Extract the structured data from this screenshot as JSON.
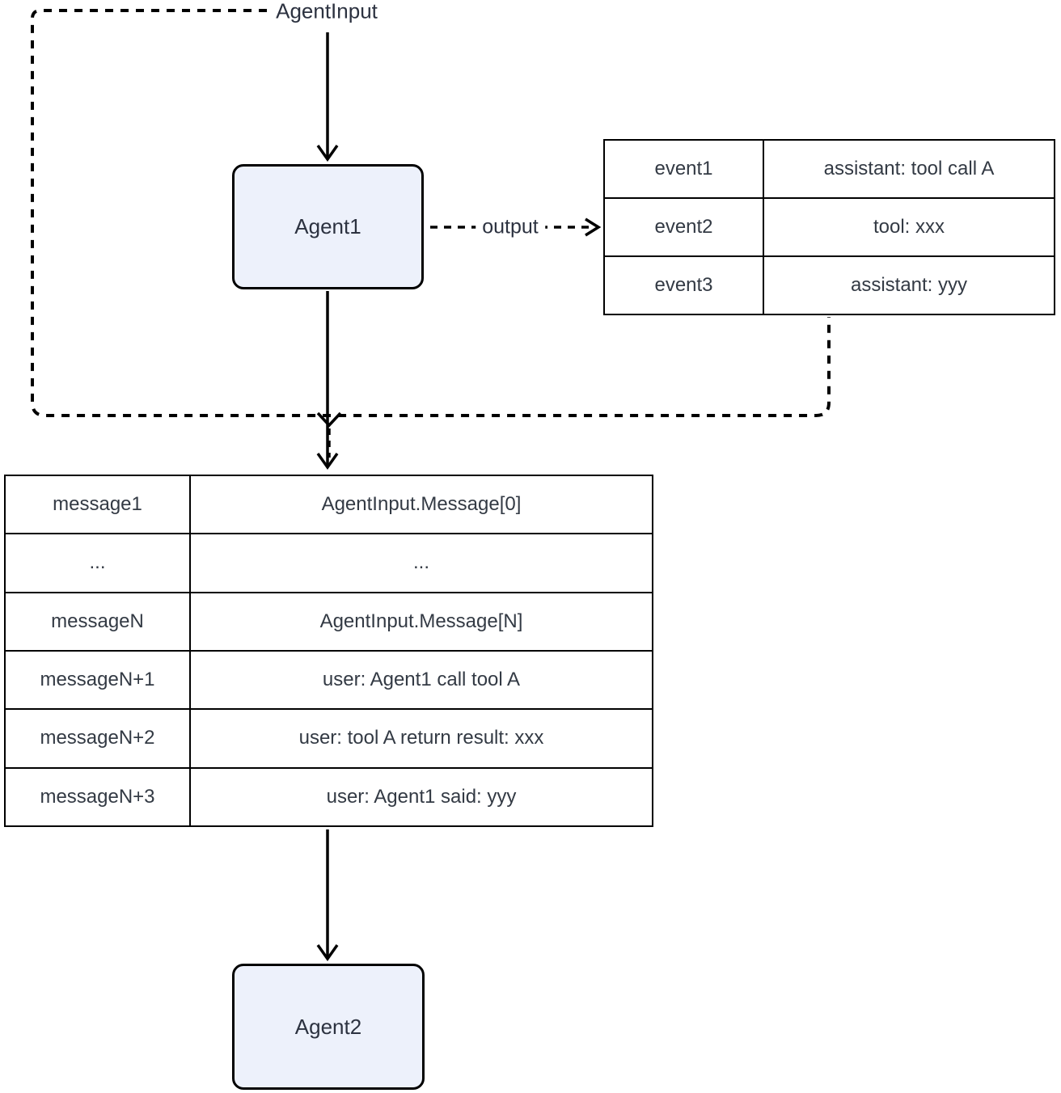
{
  "diagram": {
    "agent_input_label": "AgentInput",
    "output_label": "output",
    "agent1_label": "Agent1",
    "agent2_label": "Agent2"
  },
  "event_table": {
    "rows": [
      {
        "key": "event1",
        "value": "assistant: tool call A"
      },
      {
        "key": "event2",
        "value": "tool: xxx"
      },
      {
        "key": "event3",
        "value": "assistant: yyy"
      }
    ]
  },
  "messages_table": {
    "rows": [
      {
        "key": "message1",
        "value": "AgentInput.Message[0]"
      },
      {
        "key": "...",
        "value": "..."
      },
      {
        "key": "messageN",
        "value": "AgentInput.Message[N]"
      },
      {
        "key": "messageN+1",
        "value": "user: Agent1 call tool A"
      },
      {
        "key": "messageN+2",
        "value": "user: tool A return result: xxx"
      },
      {
        "key": "messageN+3",
        "value": "user: Agent1 said: yyy"
      }
    ]
  },
  "colors": {
    "node_fill": "#edf1fb",
    "line": "#000000",
    "text": "#333a44"
  }
}
